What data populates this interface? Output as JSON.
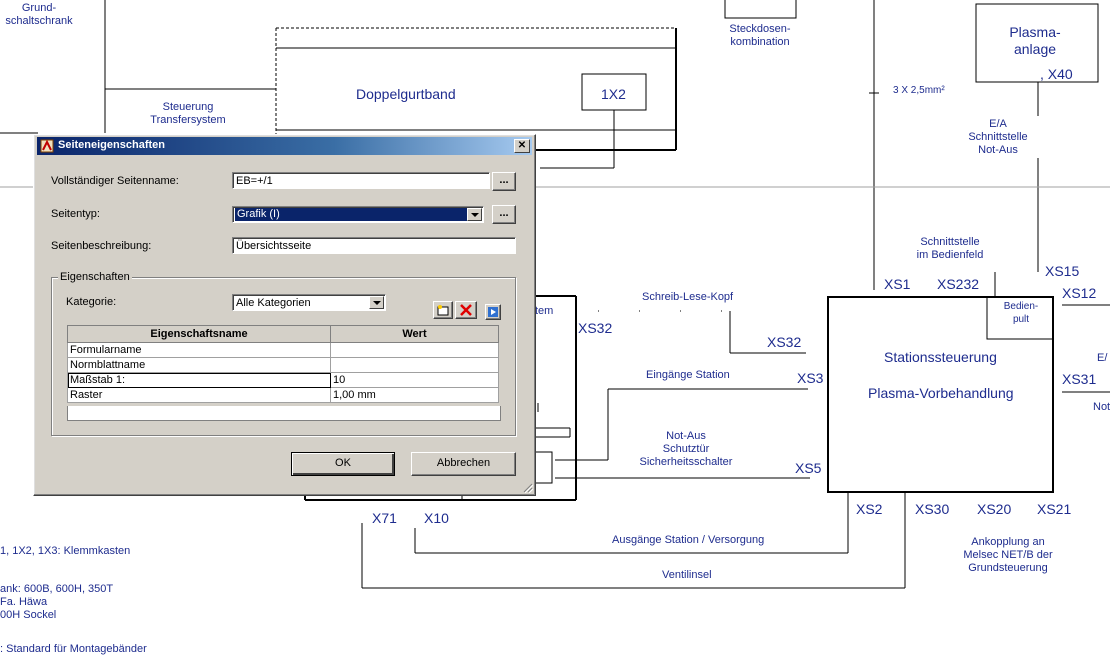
{
  "schematic": {
    "top_left": "Grund-\nschaltschrank",
    "steuerung_transfer": "Steuerung\nTransfersystem",
    "doppelgurtband": "Doppelgurtband",
    "box_1x2": "1X2",
    "steckdosen": "Steckdosen-\nkombination",
    "plasma_anlage": "Plasma-\nanlage",
    "x40": ", X40",
    "cable_spec": "3 X 2,5mm²",
    "ea_notaus": "E/A\nSchnittstelle\nNot-Aus",
    "schnittstelle_bedienfeld": "Schnittstelle\nim Bedienfeld",
    "pins": {
      "xs15": "XS15",
      "xs1": "XS1",
      "xs232": "XS232",
      "xs12": "XS12",
      "xs32_right": "XS32",
      "xs3": "XS3",
      "xs5": "XS5",
      "xs31": "XS31",
      "xs32_left": "XS32",
      "xs2": "XS2",
      "xs30": "XS30",
      "xs20": "XS20",
      "xs21": "XS21",
      "x71": "X71",
      "x10": "X10"
    },
    "bedienpult": "Bedien-\npult",
    "station_line1": "Stationssteuerung",
    "station_line2": "Plasma-Vorbehandlung",
    "schreib_lese": "Schreib-Lese-Kopf",
    "eingaenge": "Eingänge Station",
    "notaus_schalter": "Not-Aus\nSchutztür\nSicherheitsschalter",
    "ausgaenge": "Ausgänge Station / Versorgung",
    "ventilinsel": "Ventilinsel",
    "ankopplung": "Ankopplung an\nMelsec NET/B der\nGrundsteuerung",
    "stem_fragment": "tem",
    "ea_fragment": "E/",
    "not_fragment": "Not",
    "notes": [
      "1, 1X2, 1X3: Klemmkasten",
      "ank: 600B, 600H, 350T",
      "Fa. Häwa",
      "00H Sockel",
      ": Standard für Montagebänder"
    ]
  },
  "dialog": {
    "title": "Seiteneigenschaften",
    "close_symbol": "✕",
    "full_name_label": "Vollständiger Seitenname:",
    "full_name_value": "EB=+/1",
    "browse_label": "...",
    "page_type_label": "Seitentyp:",
    "page_type_value": "Grafik (I)",
    "description_label": "Seitenbeschreibung:",
    "description_value": "Übersichtsseite",
    "properties_group": "Eigenschaften",
    "category_label": "Kategorie:",
    "category_value": "Alle Kategorien",
    "table_headers": [
      "Eigenschaftsname",
      "Wert"
    ],
    "rows": [
      {
        "name": "Formularname",
        "value": ""
      },
      {
        "name": "Normblattname",
        "value": ""
      },
      {
        "name": "Maßstab 1:",
        "value": "10"
      },
      {
        "name": "Raster",
        "value": "1,00 mm"
      }
    ],
    "ok_label": "OK",
    "cancel_label": "Abbrechen",
    "colors": {
      "title_bar": "#0a246a",
      "selection": "#0a246a",
      "schematic_text": "#1e2c8e"
    }
  }
}
